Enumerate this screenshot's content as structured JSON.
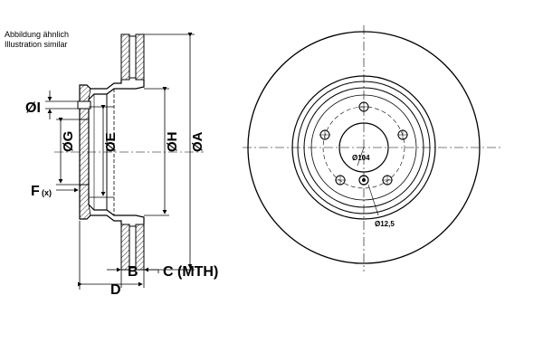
{
  "notes": {
    "line1": "Abbildung ähnlich",
    "line2": "Illustration similar"
  },
  "labels": {
    "phi_i": "ØI",
    "phi_g": "ØG",
    "phi_e": "ØE",
    "phi_h": "ØH",
    "phi_a": "ØA",
    "f": "F",
    "f_sub": "(x)",
    "b": "B",
    "c_mth": "C (MTH)",
    "d": "D",
    "bolt_circle": "Ø104",
    "hole_dia": "Ø12,5"
  },
  "colors": {
    "line": "#000000",
    "background": "#ffffff"
  }
}
